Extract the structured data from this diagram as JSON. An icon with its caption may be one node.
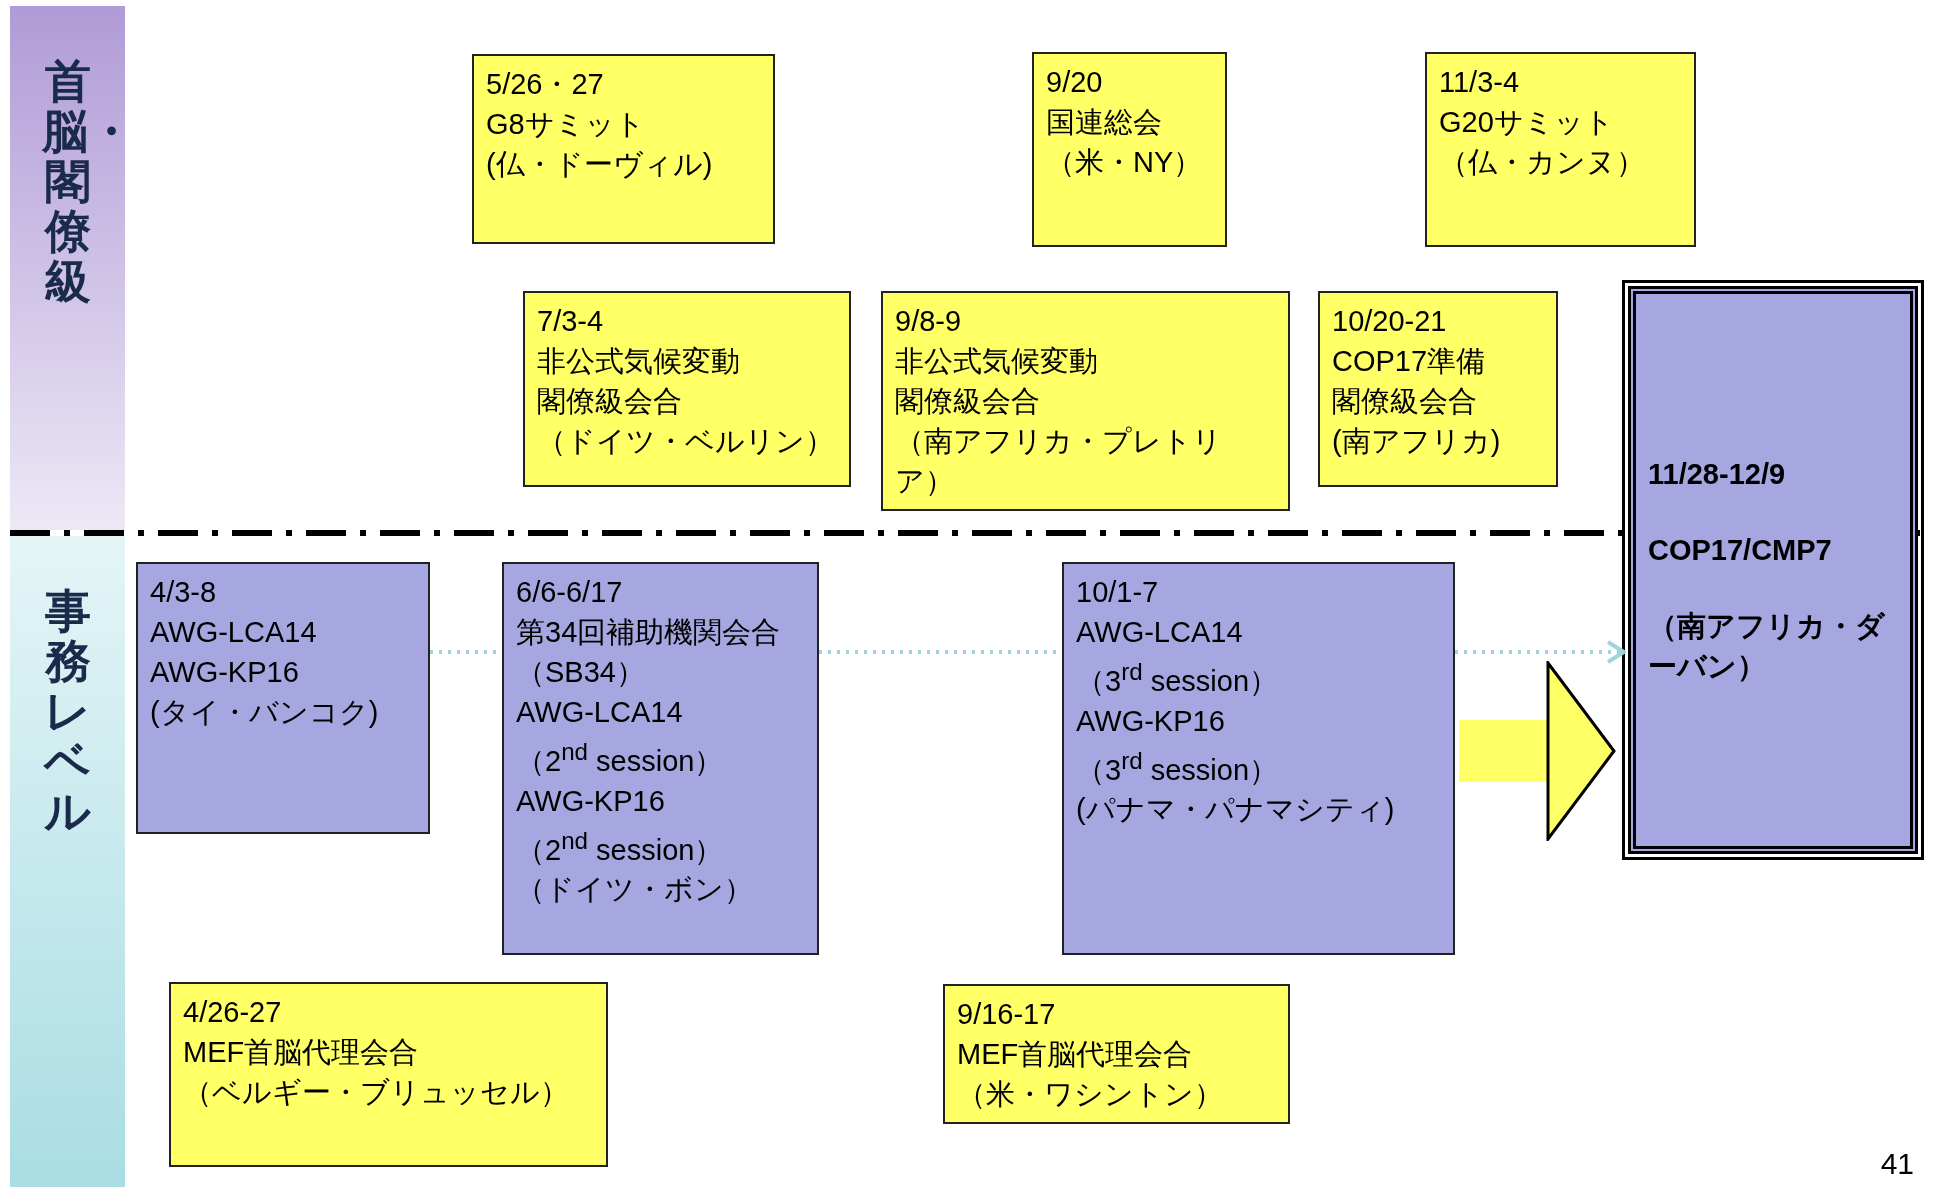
{
  "diagram": {
    "nodes": [
      {
        "text": [
          "首脳・閣僚級"
        ]
      },
      {
        "text": [
          "事務レベル"
        ]
      },
      {
        "text": [
          "5/26・27",
          "G8サミット",
          "(仏・ドーヴィル)"
        ]
      },
      {
        "text": [
          "9/20",
          "国連総会",
          "（米・NY）"
        ]
      },
      {
        "text": [
          "11/3-4",
          "G20サミット",
          "（仏・カンヌ）"
        ]
      },
      {
        "text": [
          "7/3-4",
          "非公式気候変動",
          "閣僚級会合",
          "（ドイツ・ベルリン）"
        ]
      },
      {
        "text": [
          "9/8-9",
          "非公式気候変動",
          "閣僚級会合",
          "（南アフリカ・プレトリア）"
        ]
      },
      {
        "text": [
          "10/20-21",
          "COP17準備",
          "閣僚級会合",
          "(南アフリカ)"
        ]
      },
      {
        "text": [
          "11/28-12/9",
          "COP17/CMP7",
          "（南アフリカ・ダーバン）"
        ]
      },
      {
        "text": [
          "4/3-8",
          "AWG-LCA14",
          "AWG-KP16",
          "(タイ・バンコク)"
        ]
      },
      {
        "text": [
          "6/6-6/17",
          "第34回補助機関会合（SB34）",
          "AWG-LCA14",
          "（2$^{nd}$ session）",
          "AWG-KP16",
          "（2$^{nd}$ session）",
          "（ドイツ・ボン）"
        ]
      },
      {
        "text": [
          "10/1-7",
          "AWG-LCA14",
          "（3$^{rd}$ session）",
          "AWG-KP16",
          "（3$^{rd}$ session）",
          "(パナマ・パナマシティ)"
        ]
      },
      {
        "text": [
          "4/26-27",
          "MEF首脳代理会合",
          "（ベルギー・ブリュッセル）"
        ]
      },
      {
        "text": [
          "9/16-17",
          "MEF首脳代理会合",
          "（米・ワシントン）"
        ]
      }
    ],
    "edges": [
      {
        "from": 9,
        "to": 10,
        "arrow": "none",
        "style": "dashed"
      },
      {
        "from": 10,
        "to": 11,
        "arrow": "none",
        "style": "dashed"
      },
      {
        "from": 11,
        "to": 8,
        "arrow": "to",
        "style": "dashed"
      },
      {
        "from": 11,
        "to": 8,
        "arrow": "to",
        "style": "thick",
        "color": "#ffff66"
      }
    ],
    "labels": [
      "41"
    ]
  }
}
